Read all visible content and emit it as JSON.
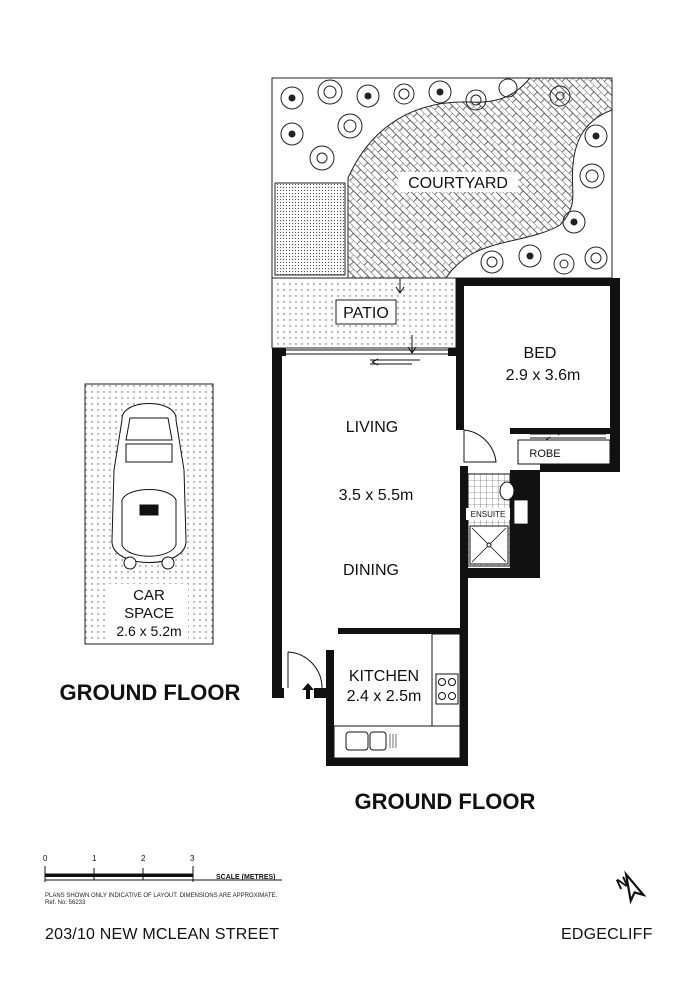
{
  "rooms": {
    "courtyard": "COURTYARD",
    "patio": "PATIO",
    "bed": "BED",
    "bed_size": "2.9 x 3.6m",
    "robe": "ROBE",
    "living": "LIVING",
    "living_size": "3.5 x 5.5m",
    "ensuite": "ENSUITE",
    "dining": "DINING",
    "kitchen": "KITCHEN",
    "kitchen_size": "2.4 x 2.5m",
    "car_space_line1": "CAR",
    "car_space_line2": "SPACE",
    "car_space_size": "2.6 x 5.2m"
  },
  "headings": {
    "left": "GROUND FLOOR",
    "center": "GROUND FLOOR"
  },
  "scale": {
    "ticks": [
      "0",
      "1",
      "2",
      "3"
    ],
    "label": "SCALE (METRES)"
  },
  "disclaimer": {
    "line1": "PLANS SHOWN ONLY INDICATIVE OF LAYOUT.  DIMENSIONS ARE APPROXIMATE.",
    "line2": "Ref. No: 56233"
  },
  "footer": {
    "address": "203/10 NEW MCLEAN STREET",
    "suburb": "EDGECLIFF"
  },
  "compass": {
    "letter": "N"
  }
}
